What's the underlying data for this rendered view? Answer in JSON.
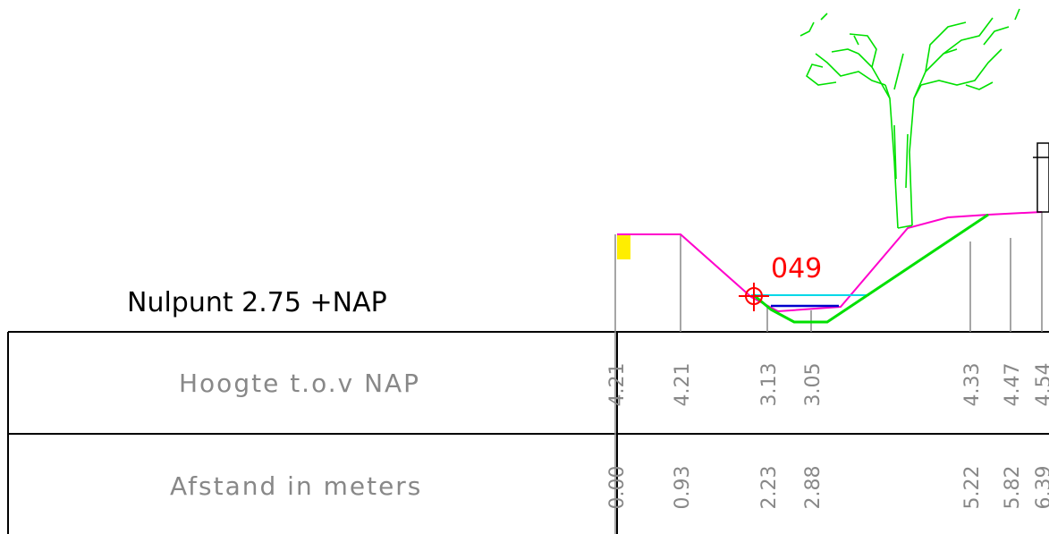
{
  "datum": "Nulpunt 2.75 +NAP",
  "profile_id": "049",
  "rows": {
    "height_label": "Hoogte t.o.v NAP",
    "distance_label": "Afstand in meters"
  },
  "measurements": [
    {
      "distance": "0.00",
      "height": "4.21"
    },
    {
      "distance": "0.93",
      "height": "4.21"
    },
    {
      "distance": "2.23",
      "height": "3.13"
    },
    {
      "distance": "2.88",
      "height": "3.05"
    },
    {
      "distance": "5.22",
      "height": "4.33"
    },
    {
      "distance": "5.82",
      "height": "4.47"
    },
    {
      "distance": "6.39",
      "height": "4.54"
    }
  ],
  "colors": {
    "measured_profile": "#ff00cc",
    "design_profile": "#00e000",
    "water_level": "#00d8e8",
    "bottom_line": "#0000cc",
    "marker": "#ff0000",
    "tree": "#00e000",
    "start_marker": "#ffee00",
    "text": "#888888",
    "frame": "#000000"
  },
  "symbols": [
    "tree-icon",
    "survey-marker-icon",
    "post-icon"
  ]
}
